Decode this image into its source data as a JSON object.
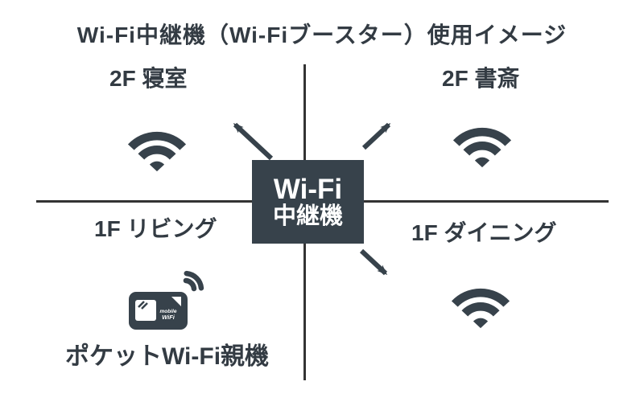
{
  "title": "Wi-Fi中継機（Wi-Fiブースター）使用イメージ",
  "center_box": {
    "line1": "Wi-Fi",
    "line2": "中継機"
  },
  "quadrants": {
    "top_left": {
      "label": "2F 寝室"
    },
    "top_right": {
      "label": "2F 書斎"
    },
    "bottom_left": {
      "label": "1F リビング",
      "device_caption": "ポケットWi-Fi親機",
      "device_text_line1": "mobile",
      "device_text_line2": "WiFi"
    },
    "bottom_right": {
      "label": "1F ダイニング"
    }
  },
  "icons": [
    "wifi-signal-icon",
    "arrow-up-left-icon",
    "arrow-up-right-icon",
    "arrow-down-right-icon",
    "pocket-wifi-router-icon"
  ],
  "colors": {
    "ink": "#37424b",
    "divider_line": "#333333",
    "center_box_bg": "#37424b",
    "center_box_text": "#ffffff",
    "background": "#ffffff"
  }
}
